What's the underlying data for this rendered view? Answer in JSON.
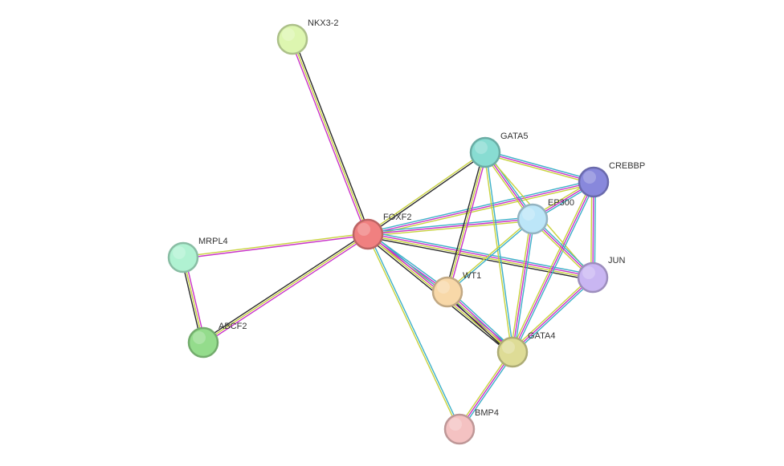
{
  "palette": {
    "database": "#3cb0c8",
    "experimental": "#c832c8",
    "textmining": "#c8d23c",
    "coexpression": "#2a2a2a",
    "node_border_darken": 0.78
  },
  "nodes": [
    {
      "id": "FOXF2",
      "label": "FOXF2",
      "color": "#f08080"
    },
    {
      "id": "NKX3-2",
      "label": "NKX3-2",
      "color": "#ddf6b0"
    },
    {
      "id": "GATA5",
      "label": "GATA5",
      "color": "#88dcd2"
    },
    {
      "id": "CREBBP",
      "label": "CREBBP",
      "color": "#8888dc"
    },
    {
      "id": "EP300",
      "label": "EP300",
      "color": "#bce6f8"
    },
    {
      "id": "JUN",
      "label": "JUN",
      "color": "#c9b6f2"
    },
    {
      "id": "WT1",
      "label": "WT1",
      "color": "#f8d8a8"
    },
    {
      "id": "GATA4",
      "label": "GATA4",
      "color": "#dedc96"
    },
    {
      "id": "BMP4",
      "label": "BMP4",
      "color": "#f4c2c2"
    },
    {
      "id": "MRPL4",
      "label": "MRPL4",
      "color": "#b0f2d2"
    },
    {
      "id": "ABCF2",
      "label": "ABCF2",
      "color": "#94dc8c"
    }
  ],
  "edges": [
    {
      "source": "FOXF2",
      "target": "NKX3-2",
      "evidence": [
        "coexpression",
        "experimental",
        "textmining"
      ]
    },
    {
      "source": "FOXF2",
      "target": "GATA5",
      "evidence": [
        "coexpression",
        "textmining"
      ]
    },
    {
      "source": "FOXF2",
      "target": "CREBBP",
      "evidence": [
        "experimental",
        "textmining",
        "database"
      ]
    },
    {
      "source": "FOXF2",
      "target": "EP300",
      "evidence": [
        "experimental",
        "textmining",
        "database"
      ]
    },
    {
      "source": "FOXF2",
      "target": "JUN",
      "evidence": [
        "coexpression",
        "experimental",
        "textmining",
        "database"
      ]
    },
    {
      "source": "FOXF2",
      "target": "WT1",
      "evidence": [
        "experimental",
        "textmining",
        "database"
      ]
    },
    {
      "source": "FOXF2",
      "target": "GATA4",
      "evidence": [
        "coexpression",
        "experimental",
        "textmining",
        "database"
      ]
    },
    {
      "source": "FOXF2",
      "target": "BMP4",
      "evidence": [
        "textmining",
        "database"
      ]
    },
    {
      "source": "FOXF2",
      "target": "MRPL4",
      "evidence": [
        "experimental",
        "textmining"
      ]
    },
    {
      "source": "FOXF2",
      "target": "ABCF2",
      "evidence": [
        "coexpression",
        "experimental",
        "textmining"
      ]
    },
    {
      "source": "MRPL4",
      "target": "ABCF2",
      "evidence": [
        "coexpression",
        "experimental",
        "textmining"
      ]
    },
    {
      "source": "GATA5",
      "target": "WT1",
      "evidence": [
        "coexpression",
        "experimental",
        "textmining"
      ]
    },
    {
      "source": "GATA5",
      "target": "CREBBP",
      "evidence": [
        "experimental",
        "textmining",
        "database"
      ]
    },
    {
      "source": "GATA5",
      "target": "EP300",
      "evidence": [
        "experimental",
        "textmining",
        "database"
      ]
    },
    {
      "source": "GATA5",
      "target": "GATA4",
      "evidence": [
        "textmining",
        "database"
      ]
    },
    {
      "source": "GATA5",
      "target": "JUN",
      "evidence": [
        "textmining"
      ]
    },
    {
      "source": "CREBBP",
      "target": "EP300",
      "evidence": [
        "experimental",
        "textmining",
        "database"
      ]
    },
    {
      "source": "CREBBP",
      "target": "JUN",
      "evidence": [
        "experimental",
        "textmining",
        "database"
      ]
    },
    {
      "source": "CREBBP",
      "target": "GATA4",
      "evidence": [
        "experimental",
        "textmining",
        "database"
      ]
    },
    {
      "source": "EP300",
      "target": "JUN",
      "evidence": [
        "experimental",
        "textmining",
        "database"
      ]
    },
    {
      "source": "EP300",
      "target": "GATA4",
      "evidence": [
        "experimental",
        "textmining",
        "database"
      ]
    },
    {
      "source": "EP300",
      "target": "WT1",
      "evidence": [
        "textmining",
        "database"
      ]
    },
    {
      "source": "JUN",
      "target": "GATA4",
      "evidence": [
        "experimental",
        "textmining",
        "database"
      ]
    },
    {
      "source": "WT1",
      "target": "GATA4",
      "evidence": [
        "coexpression",
        "experimental",
        "textmining",
        "database"
      ]
    },
    {
      "source": "GATA4",
      "target": "BMP4",
      "evidence": [
        "experimental",
        "textmining",
        "database"
      ]
    }
  ]
}
